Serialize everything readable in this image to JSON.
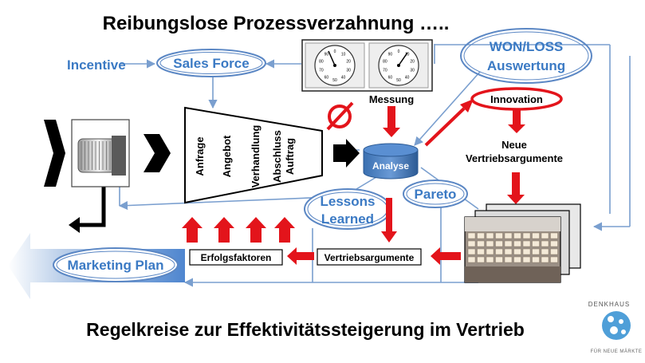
{
  "title": "Reibungslose Prozessverzahnung …..",
  "subtitle": "Regelkreise zur Effektivitätssteigerung im Vertrieb",
  "nodes": {
    "incentive": "Incentive",
    "sales_force": "Sales Force",
    "won_loss_line1": "WON/LOSS",
    "won_loss_line2": "Auswertung",
    "messung": "Messung",
    "innovation": "Innovation",
    "neue_line1": "Neue",
    "neue_line2": "Vertriebsargumente",
    "analyse": "Analyse",
    "lessons_line1": "Lessons",
    "lessons_line2": "Learned",
    "pareto": "Pareto",
    "marketing_plan": "Marketing Plan",
    "erfolgsfaktoren": "Erfolgsfaktoren",
    "vertriebsargumente": "Vertriebsargumente"
  },
  "funnel_stages": [
    {
      "line1": "Anfrage",
      "line2": ""
    },
    {
      "line1": "Angebot",
      "line2": ""
    },
    {
      "line1": "Verhandlung",
      "line2": ""
    },
    {
      "line1": "Abschluss",
      "line2": "Auftrag"
    }
  ],
  "gauges": [
    {
      "ticks": [
        "0",
        "10",
        "20",
        "30",
        "40",
        "50",
        "60",
        "70",
        "80",
        "90"
      ]
    },
    {
      "ticks": [
        "0",
        "10",
        "20",
        "30",
        "40",
        "50",
        "60",
        "70",
        "80",
        "90"
      ]
    }
  ],
  "logo": {
    "name": "DENKHAUS",
    "tagline": "FÜR NEUE MÄRKTE"
  },
  "colors": {
    "blue_text": "#3b7ac4",
    "blue_line": "#7a9fcf",
    "arrow_red": "#e3141b",
    "black": "#000000"
  }
}
